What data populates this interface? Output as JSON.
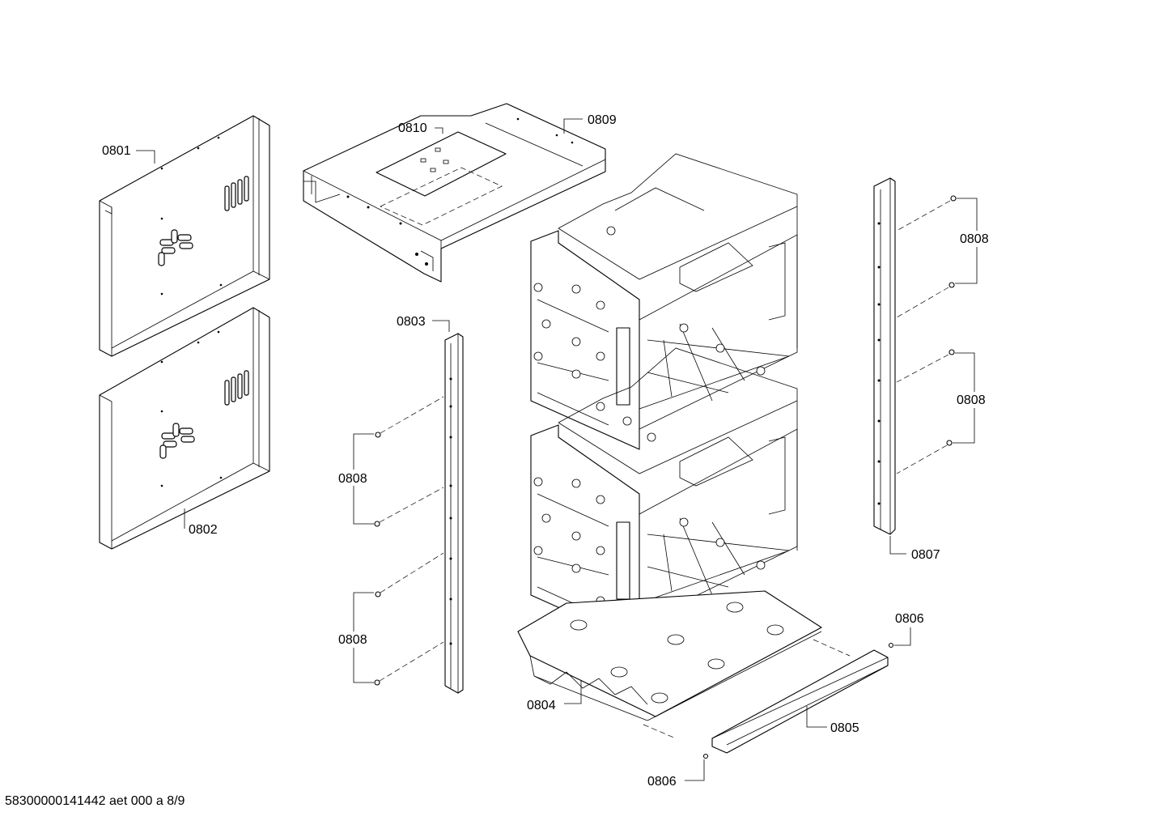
{
  "callouts": {
    "c0801": "0801",
    "c0802": "0802",
    "c0803": "0803",
    "c0804": "0804",
    "c0805": "0805",
    "c0806_top": "0806",
    "c0806_bottom": "0806",
    "c0807": "0807",
    "c0808_left_upper": "0808",
    "c0808_left_lower": "0808",
    "c0808_right_upper": "0808",
    "c0808_right_lower": "0808",
    "c0809": "0809",
    "c0810": "0810"
  },
  "footer": {
    "document_code": "58300000141442 aet 000 a 8/9"
  }
}
